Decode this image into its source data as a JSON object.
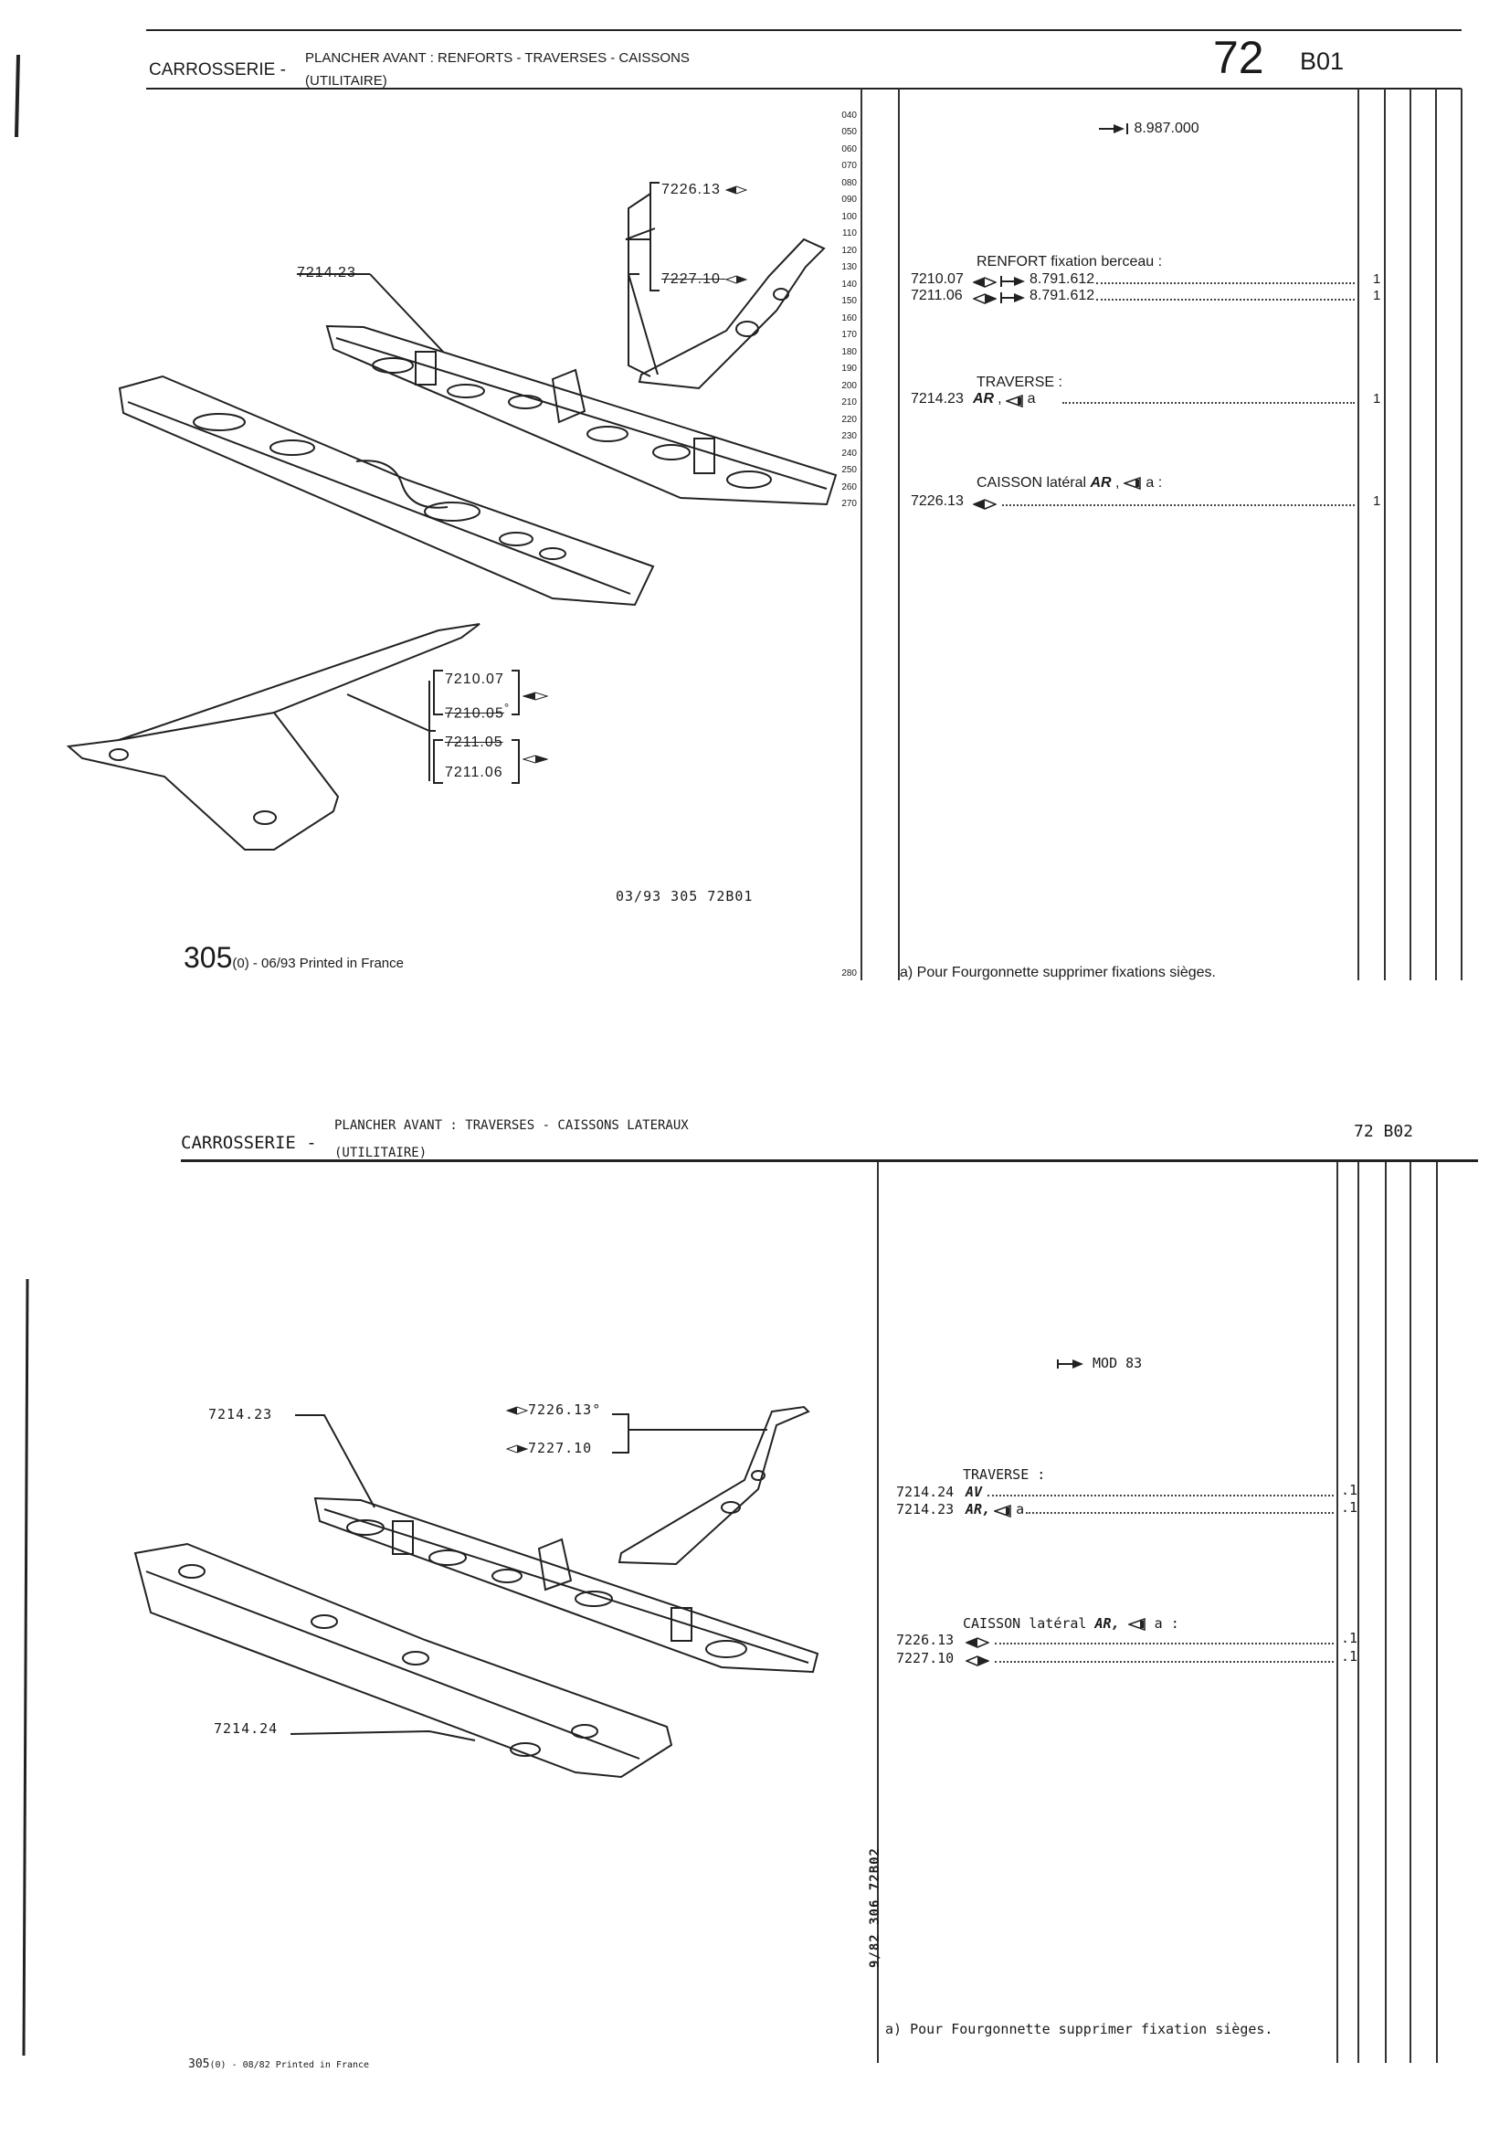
{
  "page1": {
    "header": {
      "section": "CARROSSERIE -",
      "subtitle_line1": "PLANCHER AVANT : RENFORTS - TRAVERSES - CAISSONS",
      "subtitle_line2": "(UTILITAIRE)",
      "group": "72",
      "page": "B01"
    },
    "ruler": [
      "040",
      "050",
      "060",
      "070",
      "080",
      "090",
      "100",
      "110",
      "120",
      "130",
      "140",
      "150",
      "160",
      "170",
      "180",
      "190",
      "200",
      "210",
      "220",
      "230",
      "240",
      "250",
      "260",
      "270"
    ],
    "ruler_end": "280",
    "applicability": "8.987.000",
    "groups": [
      {
        "title": "RENFORT fixation berceau :",
        "rows": [
          {
            "part": "7210.07",
            "from": "8.791.612",
            "qty": "1"
          },
          {
            "part": "7211.06",
            "from": "8.791.612",
            "qty": "1"
          }
        ]
      },
      {
        "title": "TRAVERSE :",
        "rows": [
          {
            "part": "7214.23",
            "ar": "AR",
            "note": "a",
            "qty": "1"
          }
        ]
      },
      {
        "title_main": "CAISSON latéral",
        "title_ar": "AR",
        "title_end": "a :",
        "rows": [
          {
            "part": "7226.13",
            "qty": "1"
          }
        ]
      }
    ],
    "callouts": {
      "traverse": "7214.23",
      "caisson_a": "7226.13",
      "caisson_b": "7227.10",
      "renfort_a": "7210.07",
      "renfort_b": "7210.05",
      "renfort_b_mark": "°",
      "renfort_c": "7211.05",
      "renfort_d": "7211.06"
    },
    "footnote": "a) Pour Fourgonnette supprimer fixations sièges.",
    "reference": "03/93 305 72B01",
    "footer": {
      "model": "305",
      "text": "(0) - 06/93 Printed in France"
    }
  },
  "page2": {
    "header": {
      "section": "CARROSSERIE -",
      "subtitle_line1": "PLANCHER AVANT : TRAVERSES - CAISSONS LATERAUX",
      "subtitle_line2": "(UTILITAIRE)",
      "page_code": "72 B02"
    },
    "applicability": "MOD 83",
    "groups": [
      {
        "title": "TRAVERSE :",
        "rows": [
          {
            "part": "7214.24",
            "av": "AV",
            "qty": ".1"
          },
          {
            "part": "7214.23",
            "ar": "AR,",
            "note": "a",
            "qty": ".1"
          }
        ]
      },
      {
        "title_main": "CAISSON latéral",
        "title_ar": "AR,",
        "title_end": "a :",
        "rows": [
          {
            "part": "7226.13",
            "qty": ".1"
          },
          {
            "part": "7227.10",
            "qty": ".1"
          }
        ]
      }
    ],
    "callouts": {
      "traverse_ar": "7214.23",
      "traverse_av": "7214.24",
      "caisson_a": "7226.13°",
      "caisson_b": "7227.10"
    },
    "side_reference": "9/82 306 72B02",
    "footnote": "a) Pour Fourgonnette supprimer fixation sièges.",
    "footer": {
      "model": "305",
      "text": "(0) - 08/82 Printed in France"
    }
  }
}
